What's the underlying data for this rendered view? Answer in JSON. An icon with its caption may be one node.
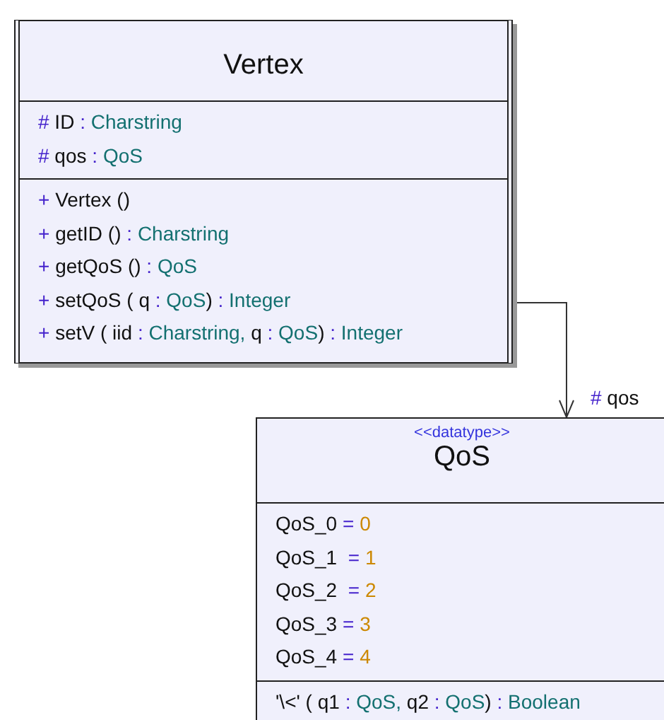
{
  "diagram": {
    "nodes": [
      {
        "text": [
          "Vertex",
          "# ID : Charstring",
          "# qos : QoS",
          "+ Vertex ()",
          "+ getID () : Charstring",
          "+ getQoS () : QoS",
          "+ setQoS ( q : QoS) : Integer",
          "+ setV ( iid : Charstring, q : QoS) : Integer"
        ]
      },
      {
        "text": [
          "<<datatype>>",
          "QoS",
          "QoS_0 = 0",
          "QoS_1  = 1",
          "QoS_2  = 2",
          "QoS_3 = 3",
          "QoS_4 = 4",
          "'\\<' ( q1 : QoS, q2 : QoS) : Boolean"
        ]
      }
    ],
    "edges": [
      {
        "from": 0,
        "to": 1,
        "arrow": "to",
        "label": "# qos"
      }
    ]
  }
}
